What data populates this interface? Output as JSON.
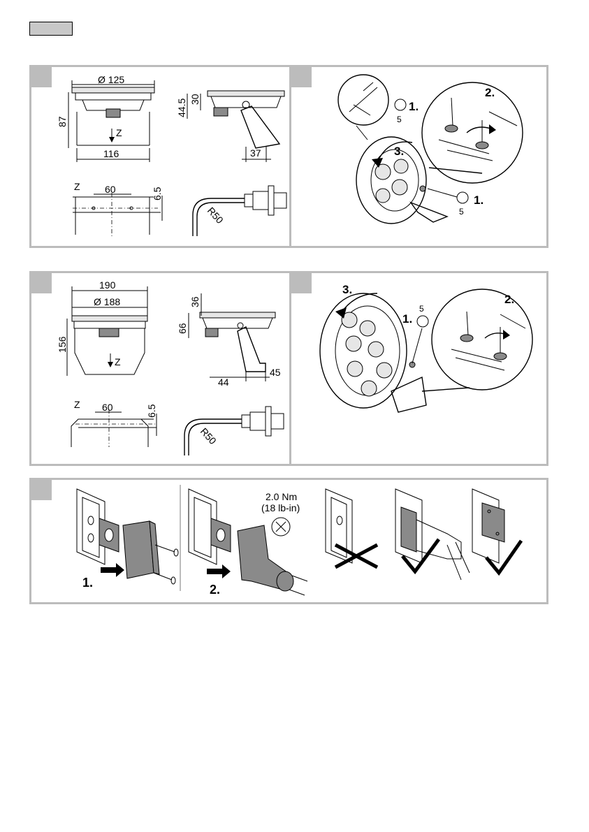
{
  "header": {
    "label_box": ""
  },
  "panel_a": {
    "top_view": {
      "diameter": "Ø 125",
      "height": "87",
      "width": "116",
      "axis": "Z"
    },
    "side_view": {
      "dim_a": "44.5",
      "dim_b": "30",
      "dim_c": "37"
    },
    "section_view": {
      "axis": "Z",
      "dim_a": "60",
      "dim_b": "6.5"
    },
    "cable_view": {
      "radius": "R50"
    }
  },
  "panel_b": {
    "steps": {
      "s1_top": "1.",
      "s1_bottom": "1.",
      "s2": "2.",
      "s3": "3."
    },
    "hex_size_top": "5",
    "hex_size_bottom": "5"
  },
  "panel_c": {
    "top_view": {
      "width": "190",
      "diameter": "Ø 188",
      "height": "156",
      "axis": "Z"
    },
    "side_view": {
      "dim_a": "36",
      "dim_b": "66",
      "dim_c": "44",
      "dim_d": "45"
    },
    "section_view": {
      "axis": "Z",
      "dim_a": "60",
      "dim_b": "6.5"
    },
    "cable_view": {
      "radius": "R50"
    }
  },
  "panel_d": {
    "steps": {
      "s1": "1.",
      "s2": "2.",
      "s3": "3."
    },
    "hex_size": "5"
  },
  "panel_e": {
    "torque_line1": "2.0 Nm",
    "torque_line2": "(18 lb-in)",
    "steps": {
      "s1": "1.",
      "s2": "2."
    }
  }
}
